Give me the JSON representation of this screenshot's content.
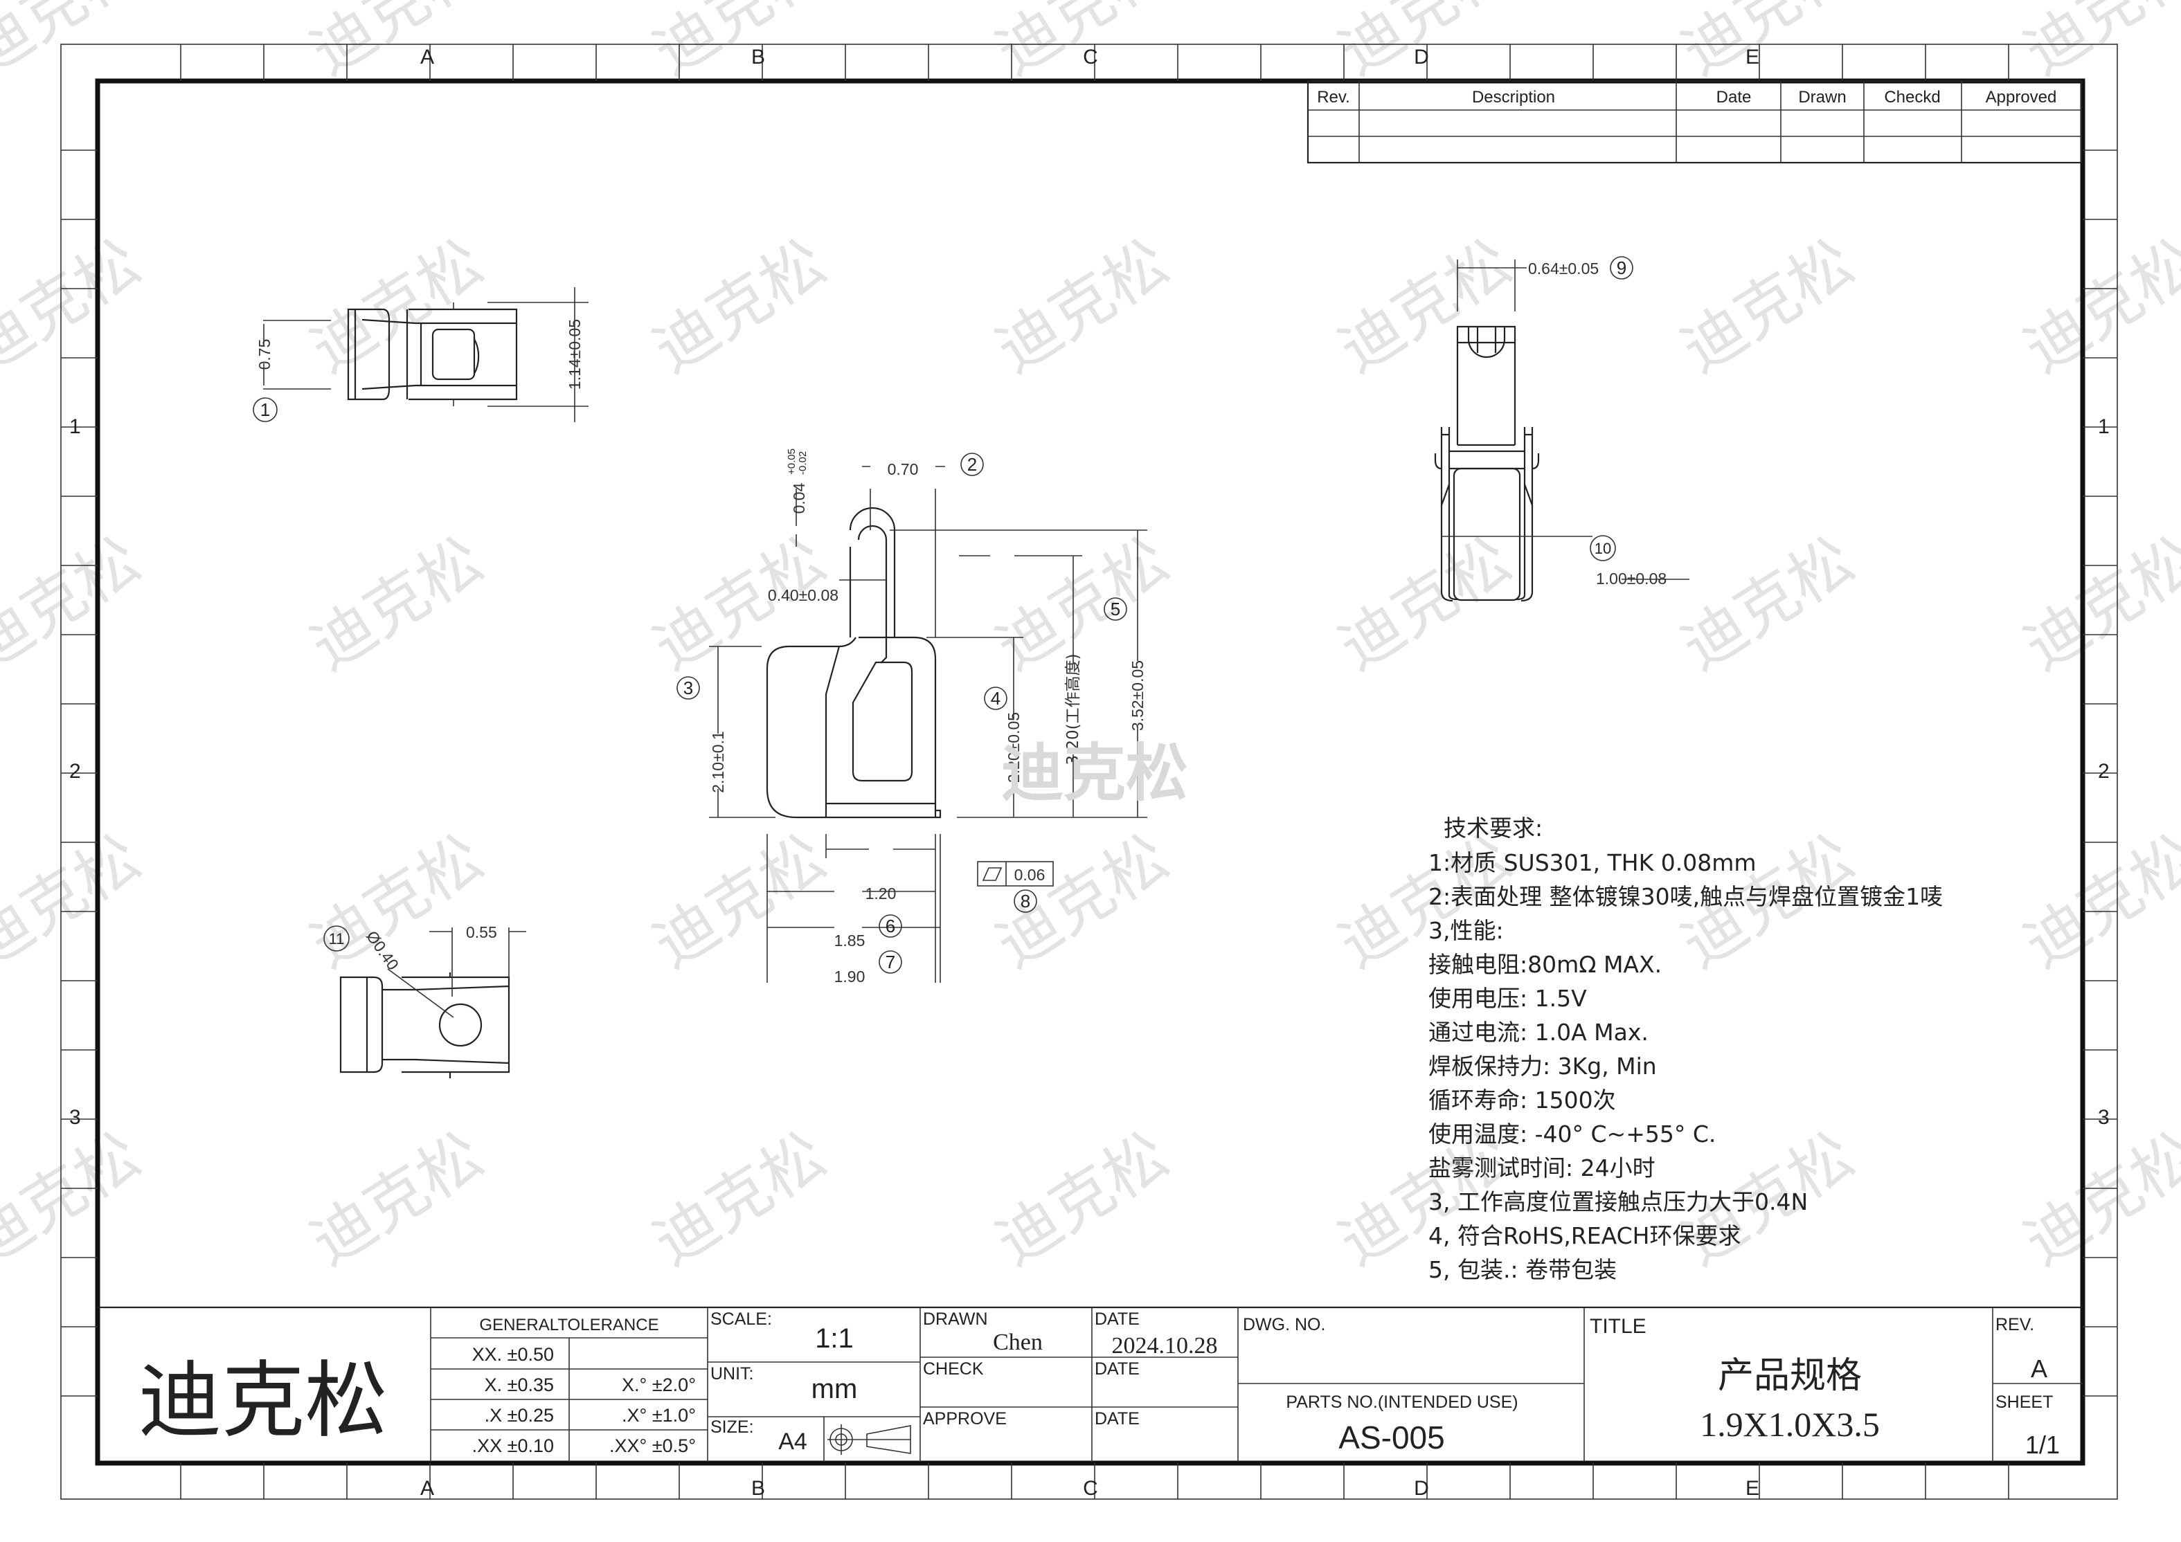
{
  "watermark": "迪克松",
  "zones": {
    "letters": [
      "A",
      "B",
      "C",
      "D",
      "E"
    ],
    "numbers": [
      "1",
      "2",
      "3"
    ]
  },
  "revision_table": {
    "headers": [
      "Rev.",
      "Description",
      "Date",
      "Drawn",
      "Checkd",
      "Approved"
    ]
  },
  "views": {
    "top_view": {
      "balloon": "1",
      "dims": [
        "0.75",
        "1.14±0.05"
      ]
    },
    "front_view": {
      "dims": {
        "d070": "0.70",
        "d004": "0.04",
        "d004_tol_plus": "+0.05",
        "d004_tol_minus": "-0.02",
        "d040": "0.40±0.08",
        "d210": "2.10±0.1",
        "d220": "2.20±0.05",
        "d320": "3.20(工作高度)",
        "d352": "3.52±0.05",
        "d120": "1.20",
        "d185": "1.85",
        "d190": "1.90",
        "flatness": "0.06"
      },
      "balloons": [
        "2",
        "3",
        "4",
        "5",
        "6",
        "7",
        "8"
      ]
    },
    "side_view": {
      "dims": [
        "0.64±0.05",
        "1.00±0.08"
      ],
      "balloons": [
        "9",
        "10"
      ]
    },
    "bottom_view": {
      "dims": [
        "Ø0.40",
        "0.55"
      ],
      "balloon": "11"
    }
  },
  "tech_requirements": {
    "heading": "技术要求:",
    "lines": [
      "1:材质 SUS301, THK 0.08mm",
      "2:表面处理 整体镀镍30唛,触点与焊盘位置镀金1唛",
      "3,性能:",
      "接触电阻:80mΩ MAX.",
      "使用电压: 1.5V",
      "通过电流: 1.0A Max.",
      "焊板保持力: 3Kg, Min",
      "循环寿命: 1500次",
      "使用温度: -40° C~+55° C.",
      "盐雾测试时间: 24小时",
      "3, 工作高度位置接触点压力大于0.4N",
      "4, 符合RoHS,REACH环保要求",
      "5, 包装.: 卷带包装"
    ]
  },
  "title_block": {
    "logo_text": "迪克松",
    "general_tolerance_label": "GENERALTOLERANCE",
    "tolerances": [
      {
        "linear": "XX. ±0.50",
        "angular": ""
      },
      {
        "linear": "X. ±0.35",
        "angular": "X.° ±2.0°"
      },
      {
        "linear": ".X ±0.25",
        "angular": ".X° ±1.0°"
      },
      {
        "linear": ".XX ±0.10",
        "angular": ".XX° ±0.5°"
      }
    ],
    "scale_label": "SCALE:",
    "scale": "1:1",
    "unit_label": "UNIT:",
    "unit": "mm",
    "size_label": "SIZE:",
    "size": "A4",
    "drawn_label": "DRAWN",
    "drawn_by": "Chen",
    "date_label": "DATE",
    "drawn_date": "2024.10.28",
    "check_label": "CHECK",
    "approve_label": "APPROVE",
    "dwg_no_label": "DWG. NO.",
    "parts_no_label": "PARTS NO.(INTENDED USE)",
    "parts_no": "AS-005",
    "title_label": "TITLE",
    "title_cn": "产品规格",
    "title_size": "1.9X1.0X3.5",
    "rev_label": "REV.",
    "rev": "A",
    "sheet_label": "SHEET",
    "sheet": "1/1"
  }
}
